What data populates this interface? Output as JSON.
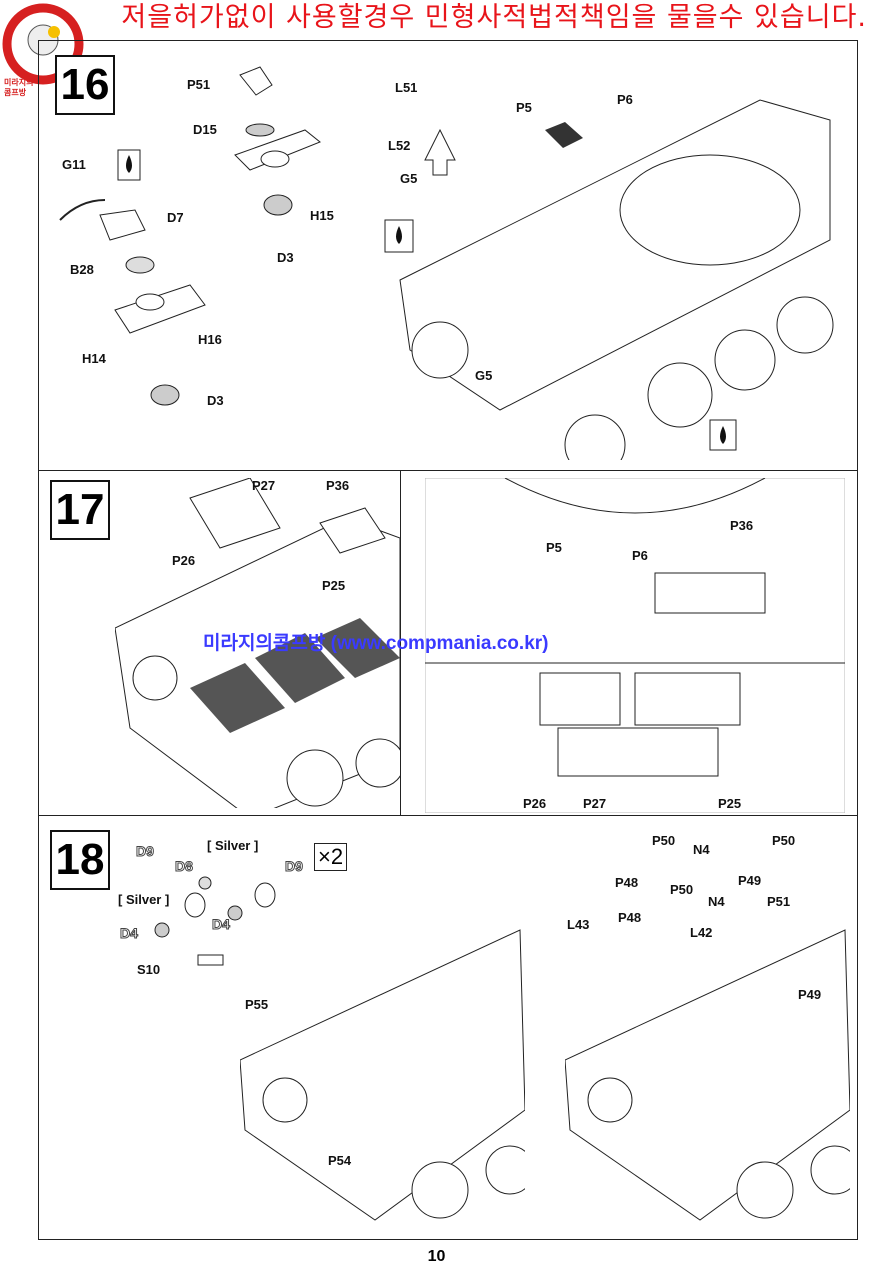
{
  "warning_text": "저을허가없이 사용할경우 민형사적법적책임을 물을수 있습니다.",
  "logo_text": "미라지의 콤프방",
  "watermark": "미라지의콤프방 (www.compmania.co.kr)",
  "page_number": "10",
  "steps": {
    "s16": {
      "number": "16",
      "labels": [
        "P51",
        "D15",
        "H15",
        "D3",
        "G11",
        "D7",
        "B28",
        "H16",
        "H14",
        "D3",
        "L51",
        "P5",
        "P6",
        "L52",
        "G5",
        "G5"
      ]
    },
    "s17": {
      "number": "17",
      "labels": [
        "P27",
        "P36",
        "P26",
        "P25",
        "P5",
        "P6",
        "P36",
        "P26",
        "P27",
        "P25"
      ]
    },
    "s18": {
      "number": "18",
      "multiplier": "×2",
      "labels": [
        "D9",
        "D8",
        "[ Silver ]",
        "D9",
        "[ Silver ]",
        "D4",
        "D4",
        "S10",
        "P55",
        "P54",
        "P50",
        "N4",
        "P50",
        "P48",
        "P49",
        "P50",
        "P48",
        "N4",
        "P51",
        "L43",
        "L42",
        "P49"
      ]
    }
  },
  "colors": {
    "warning": "#e8141a",
    "watermark": "#3a3aff",
    "line": "#222222"
  }
}
